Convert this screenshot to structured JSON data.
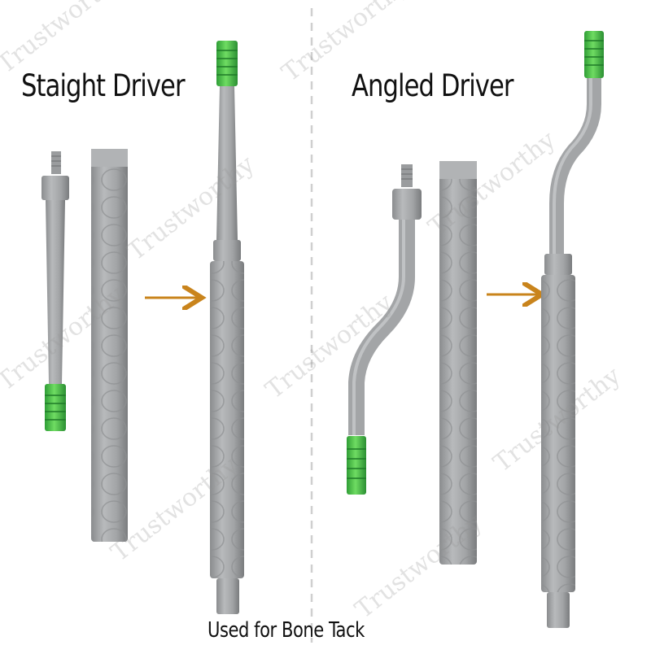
{
  "titles": {
    "straight": "Staight Driver",
    "angled": "Angled Driver"
  },
  "caption": "Used for Bone Tack",
  "watermark": "Trustworthy",
  "colors": {
    "steel": "#a4a6a8",
    "steel_dark": "#7e8082",
    "accent_green": "#4fc94a",
    "arrow": "#c9841c",
    "divider": "#cfcfcf"
  },
  "icons": {
    "arrow": "right-arrow-icon"
  }
}
